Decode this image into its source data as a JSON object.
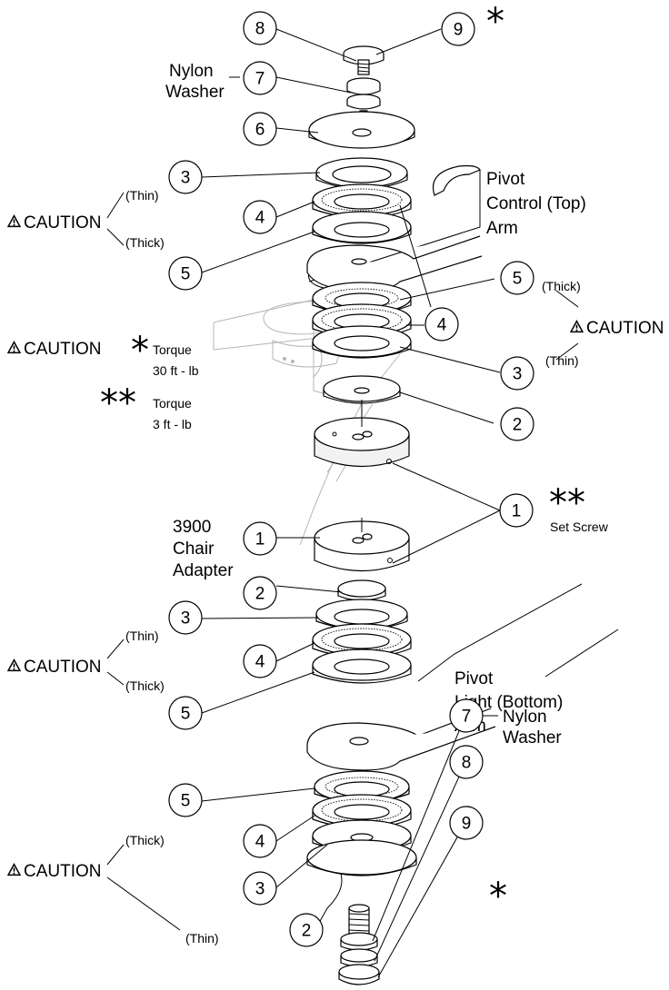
{
  "parts_callout": {
    "top_stack": [
      {
        "num": "8"
      },
      {
        "num": "9"
      },
      {
        "num": "7"
      },
      {
        "num": "6"
      },
      {
        "num": "3"
      },
      {
        "num": "4"
      },
      {
        "num": "5"
      },
      {
        "num": "5"
      },
      {
        "num": "4"
      },
      {
        "num": "3"
      },
      {
        "num": "2"
      },
      {
        "num": "1"
      }
    ],
    "bottom_stack": [
      {
        "num": "1"
      },
      {
        "num": "2"
      },
      {
        "num": "3"
      },
      {
        "num": "4"
      },
      {
        "num": "5"
      },
      {
        "num": "5"
      },
      {
        "num": "4"
      },
      {
        "num": "3"
      },
      {
        "num": "2"
      },
      {
        "num": "7"
      },
      {
        "num": "8"
      },
      {
        "num": "9"
      }
    ]
  },
  "labels": {
    "nylon": "Nylon",
    "washer": "Washer",
    "pivot": "Pivot",
    "control_top": "Control (Top)",
    "arm": "Arm",
    "light_bottom": "Light (Bottom)",
    "chair_model": "3900",
    "chair": "Chair",
    "adapter": "Adapter",
    "set_screw": "Set Screw",
    "caution": "CAUTION",
    "thin": "(Thin)",
    "thick": "(Thick)",
    "torque": "Torque",
    "torque_30": "30 ft - lb",
    "torque_3": "3 ft - lb",
    "star_single": "*",
    "star_double": "**"
  },
  "icons": {
    "caution": "warning-triangle-icon",
    "asterisk": "asterisk-icon"
  },
  "colors": {
    "line": "#000000",
    "faded_adapter": "#b5b5b5"
  }
}
